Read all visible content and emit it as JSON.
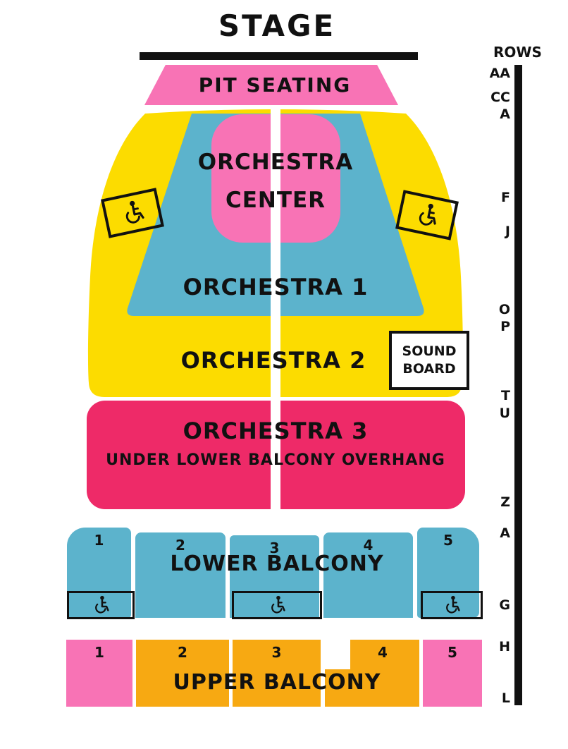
{
  "stage": {
    "label": "STAGE"
  },
  "sections": {
    "pit": {
      "label": "PIT SEATING"
    },
    "orchestra_center": {
      "line1": "ORCHESTRA",
      "line2": "CENTER"
    },
    "orchestra1": {
      "label": "ORCHESTRA 1"
    },
    "orchestra2": {
      "label": "ORCHESTRA 2"
    },
    "orchestra3": {
      "label": "ORCHESTRA 3",
      "sublabel": "UNDER LOWER BALCONY OVERHANG"
    },
    "sound_board": {
      "line1": "SOUND",
      "line2": "BOARD"
    },
    "lower_balcony": {
      "label": "LOWER BALCONY",
      "section_numbers": [
        "1",
        "2",
        "3",
        "4",
        "5"
      ]
    },
    "upper_balcony": {
      "label": "UPPER BALCONY",
      "section_numbers": [
        "1",
        "2",
        "3",
        "4",
        "5"
      ]
    }
  },
  "rows": {
    "title": "ROWS",
    "labels": [
      "AA",
      "CC",
      "A",
      "F",
      "J",
      "O",
      "P",
      "T",
      "U",
      "Z",
      "A",
      "G",
      "H",
      "L"
    ]
  },
  "icons": {
    "wheelchair": "wheelchair-symbol"
  },
  "colors": {
    "pink": "#F873B5",
    "magenta": "#EE2A68",
    "yellow": "#FCDC00",
    "blue": "#5CB3CC",
    "orange": "#F7A912",
    "ink": "#111111"
  }
}
